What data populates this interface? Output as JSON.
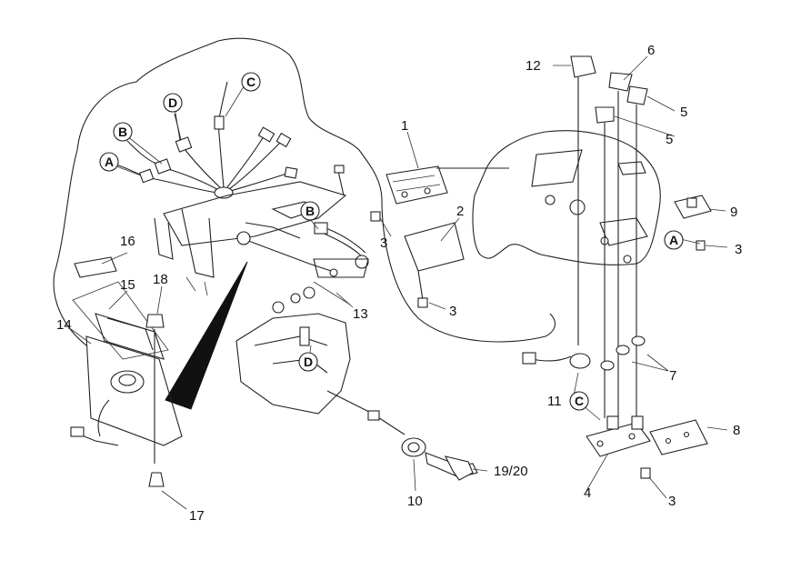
{
  "part_labels": [
    {
      "id": "p1",
      "text": "1"
    },
    {
      "id": "p2",
      "text": "2"
    },
    {
      "id": "p3a",
      "text": "3"
    },
    {
      "id": "p3b",
      "text": "3"
    },
    {
      "id": "p3c",
      "text": "3"
    },
    {
      "id": "p3d",
      "text": "3"
    },
    {
      "id": "p4",
      "text": "4"
    },
    {
      "id": "p5a",
      "text": "5"
    },
    {
      "id": "p5b",
      "text": "5"
    },
    {
      "id": "p6",
      "text": "6"
    },
    {
      "id": "p7",
      "text": "7"
    },
    {
      "id": "p8",
      "text": "8"
    },
    {
      "id": "p9",
      "text": "9"
    },
    {
      "id": "p10",
      "text": "10"
    },
    {
      "id": "p11",
      "text": "11"
    },
    {
      "id": "p12",
      "text": "12"
    },
    {
      "id": "p13",
      "text": "13"
    },
    {
      "id": "p14",
      "text": "14"
    },
    {
      "id": "p15",
      "text": "15"
    },
    {
      "id": "p16",
      "text": "16"
    },
    {
      "id": "p17",
      "text": "17"
    },
    {
      "id": "p18",
      "text": "18"
    },
    {
      "id": "p1920",
      "text": "19/20"
    }
  ],
  "connector_markers": [
    {
      "id": "cA1",
      "letter": "A"
    },
    {
      "id": "cB1",
      "letter": "B"
    },
    {
      "id": "cC1",
      "letter": "C"
    },
    {
      "id": "cD1",
      "letter": "D"
    },
    {
      "id": "cB2",
      "letter": "B"
    },
    {
      "id": "cD2",
      "letter": "D"
    },
    {
      "id": "cA2",
      "letter": "A"
    },
    {
      "id": "cC2",
      "letter": "C"
    }
  ]
}
